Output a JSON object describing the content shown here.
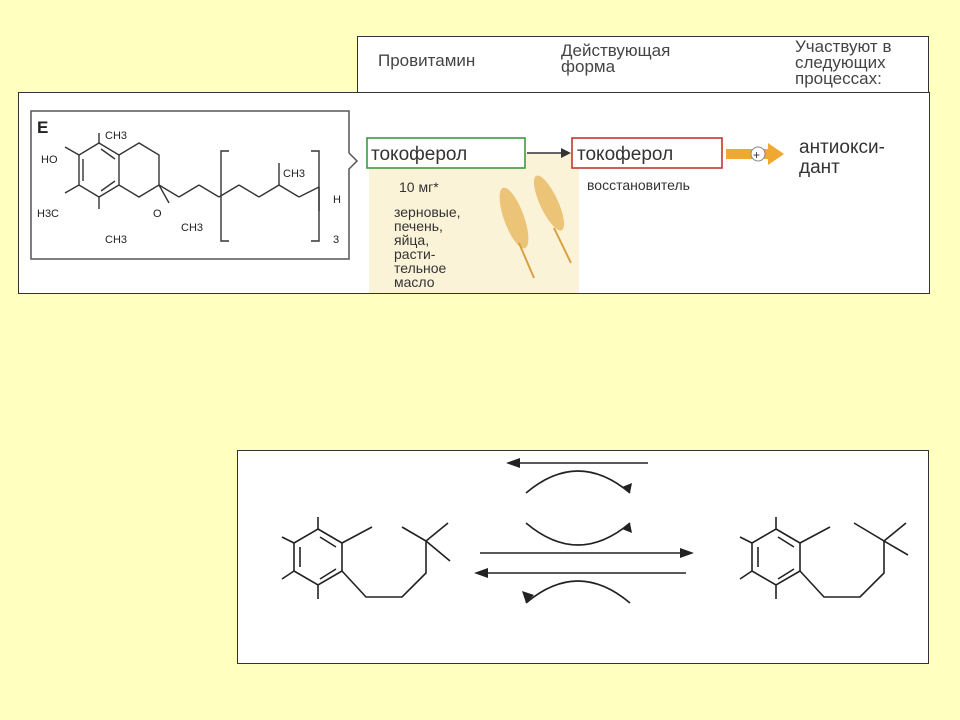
{
  "header": {
    "col1": "Провитамин",
    "col2_line1": "Действующая",
    "col2_line2": "форма",
    "col3_line1": "Участвуют в",
    "col3_line2": "следующих",
    "col3_line3": "процессах:"
  },
  "vitamin_e": {
    "letter": "E",
    "labels": {
      "ho": "HO",
      "ch3_top": "CH3",
      "h3c": "H3C",
      "ch3_bottom": "CH3",
      "o": "O",
      "ch3_ring": "CH3",
      "ch3_chain": "CH3",
      "h": "H",
      "repeat": "3"
    },
    "provitamin_box": "токоферол",
    "active_box": "токоферол",
    "active_caption": "восстановитель",
    "process_line1": "антиокси-",
    "process_line2": "дант",
    "plus_symbol": "+",
    "dose": "10 мг*",
    "sources": [
      "зерновые,",
      "печень,",
      "яйца,",
      "расти-",
      "тельное",
      "масло"
    ]
  },
  "colors": {
    "background": "#FFFFC0",
    "provitamin_border": "#3c9b3c",
    "active_border": "#c0392b",
    "arrow_orange": "#f0a830",
    "grain": "#e8b860"
  }
}
